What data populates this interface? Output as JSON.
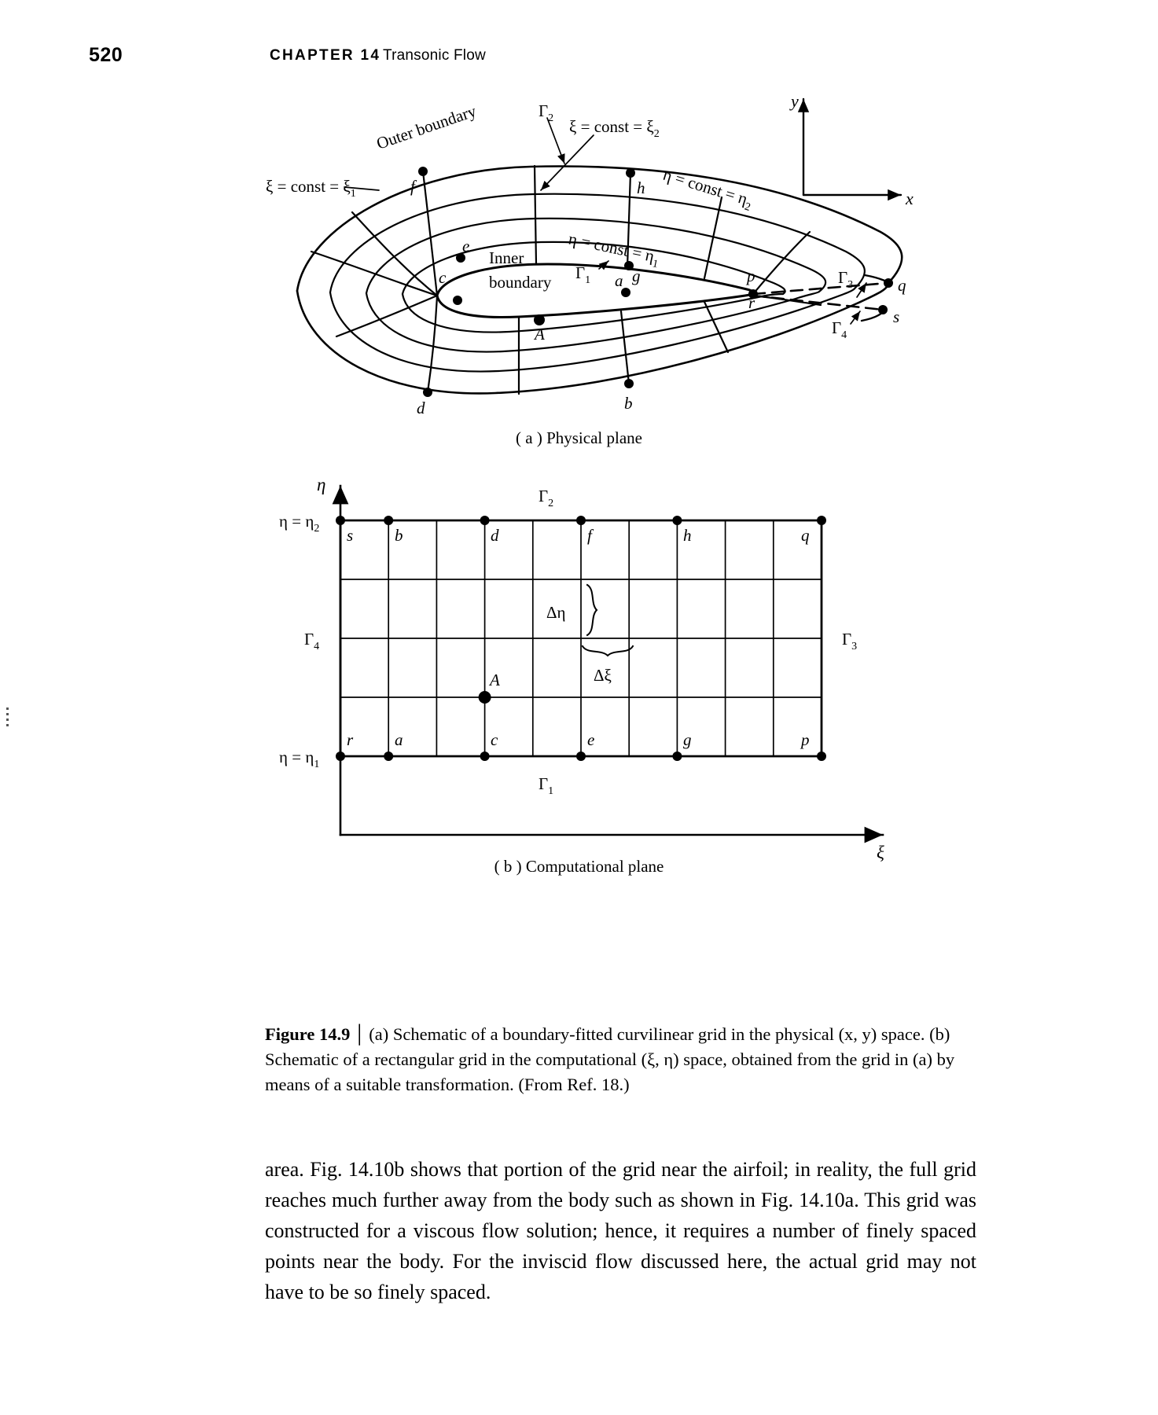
{
  "header": {
    "folio": "520",
    "chapter_num": "CHAPTER 14",
    "chapter_title": "Transonic Flow"
  },
  "figure_a": {
    "subcaption_prefix": "(",
    "subcaption_italic": "a",
    "subcaption": "( a ) Physical plane",
    "labels": {
      "outer_boundary": "Outer boundary",
      "inner_boundary_line1": "Inner",
      "inner_boundary_line2": "boundary",
      "xi_const_1": "ξ = const = ξ",
      "xi_const_1_sub": "1",
      "xi_const_2": "ξ = const = ξ",
      "xi_const_2_sub": "2",
      "eta_const_1": "η = const = η",
      "eta_const_1_sub": "1",
      "eta_const_2": "η = const = η",
      "eta_const_2_sub": "2",
      "gamma1": "Γ",
      "gamma1_sub": "1",
      "gamma2": "Γ",
      "gamma2_sub": "2",
      "gamma3": "Γ",
      "gamma3_sub": "3",
      "gamma4": "Γ",
      "gamma4_sub": "4",
      "axis_x": "x",
      "axis_y": "y"
    },
    "node_labels": [
      "f",
      "h",
      "e",
      "c",
      "g",
      "a",
      "p",
      "r",
      "q",
      "s",
      "A",
      "d",
      "b"
    ]
  },
  "figure_b": {
    "subcaption": "( b ) Computational plane",
    "axis_eta": "η",
    "axis_xi": "ξ",
    "eta_max_label": "η = η",
    "eta_max_sub": "2",
    "eta_min_label": "η = η",
    "eta_min_sub": "1",
    "gamma1": "Γ",
    "gamma1_sub": "1",
    "gamma2": "Γ",
    "gamma2_sub": "2",
    "gamma3": "Γ",
    "gamma3_sub": "3",
    "gamma4": "Γ",
    "gamma4_sub": "4",
    "delta_eta": "Δη",
    "delta_xi": "Δξ",
    "point_A": "A",
    "top_row_labels": [
      "s",
      "b",
      "d",
      "f",
      "h",
      "q"
    ],
    "bottom_row_labels": [
      "r",
      "a",
      "c",
      "e",
      "g",
      "p"
    ]
  },
  "caption": {
    "label": "Figure 14.9",
    "separator": "│",
    "text": "(a) Schematic of a boundary-fitted curvilinear grid in the physical (x, y) space. (b) Schematic of a rectangular grid in the computational (ξ, η) space, obtained from the grid in (a) by means of a suitable transformation. (From Ref. 18.)"
  },
  "body": {
    "paragraph": "area. Fig. 14.10b shows that portion of the grid near the airfoil; in reality, the full grid reaches much further away from the body such as shown in Fig. 14.10a. This grid was constructed for a viscous flow solution; hence, it requires a number of finely spaced points near the body. For the inviscid flow discussed here, the actual grid may not have to be so finely spaced."
  },
  "chart_data": {
    "type": "diagram",
    "title": "Boundary-fitted curvilinear grid transformation",
    "panels": [
      {
        "id": "a",
        "name": "Physical plane",
        "space": "(x, y)",
        "description": "C-type / O-type boundary-fitted grid wrapped around an airfoil-like inner boundary, with an outer boundary ellipse and a wake cut to the right.",
        "boundaries": [
          "Γ1 inner boundary (η = η1)",
          "Γ2 outer boundary (η = η2)",
          "Γ3 wake cut upper",
          "Γ4 wake cut lower"
        ],
        "coordinate_lines": [
          "ξ = const = ξ1",
          "ξ = const = ξ2",
          "η = const = η1",
          "η = const = η2"
        ],
        "marked_points": [
          "a",
          "b",
          "c",
          "d",
          "e",
          "f",
          "g",
          "h",
          "p",
          "q",
          "r",
          "s",
          "A"
        ]
      },
      {
        "id": "b",
        "name": "Computational plane",
        "space": "(ξ, η)",
        "description": "Uniform rectangular grid; 10 columns × 4 rows of cells. Spacing increments labelled Δξ (horizontal) and Δη (vertical).",
        "eta_range": [
          "η1",
          "η2"
        ],
        "grid_columns": 10,
        "grid_rows": 4,
        "top_edge_points": [
          "s",
          "b",
          "d",
          "f",
          "h",
          "q"
        ],
        "bottom_edge_points": [
          "r",
          "a",
          "c",
          "e",
          "g",
          "p"
        ],
        "interior_point": "A",
        "spacings": [
          "Δξ",
          "Δη"
        ]
      }
    ]
  }
}
